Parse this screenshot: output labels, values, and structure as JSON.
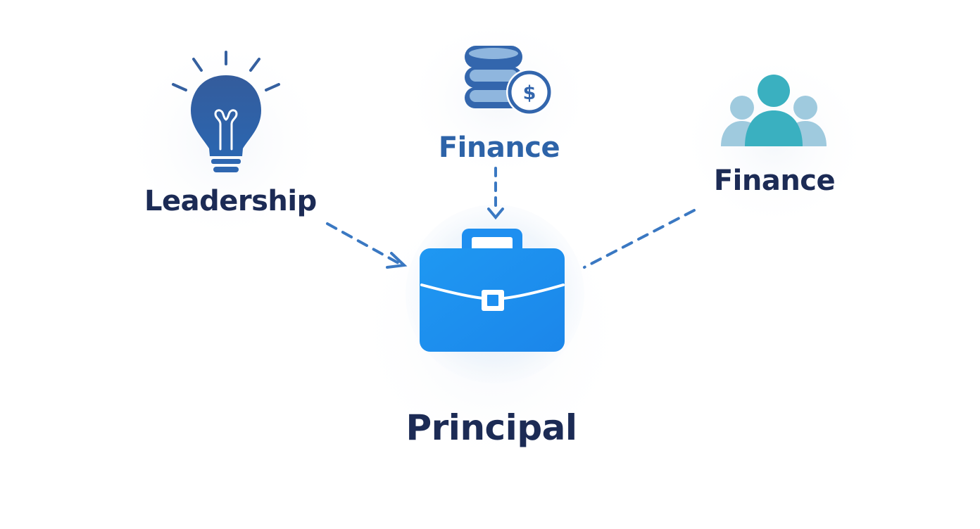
{
  "colors": {
    "label_navy": "#1c2b55",
    "finance_blue": "#2d63a8",
    "arrow_blue": "#3a78c2",
    "bulb_blue": "#2f5fa4",
    "coins_blue": "#3366ad",
    "briefcase_blue": "#1e8ff0",
    "people_teal": "#3ab0c0",
    "people_light": "#9cc9df"
  },
  "nodes": {
    "leadership": {
      "label": "Leadership",
      "icon": "lightbulb-icon"
    },
    "finance_top": {
      "label": "Finance",
      "icon": "coins-dollar-icon"
    },
    "finance_right": {
      "label": "Finance",
      "icon": "people-group-icon"
    },
    "principal": {
      "label": "Principal",
      "icon": "briefcase-icon"
    }
  },
  "edges": [
    {
      "from": "leadership",
      "to": "principal",
      "style": "dashed",
      "arrowhead": true
    },
    {
      "from": "finance_top",
      "to": "principal",
      "style": "dashed",
      "arrowhead": true
    },
    {
      "from": "finance_right",
      "to": "principal",
      "style": "dashed",
      "arrowhead": false
    }
  ]
}
